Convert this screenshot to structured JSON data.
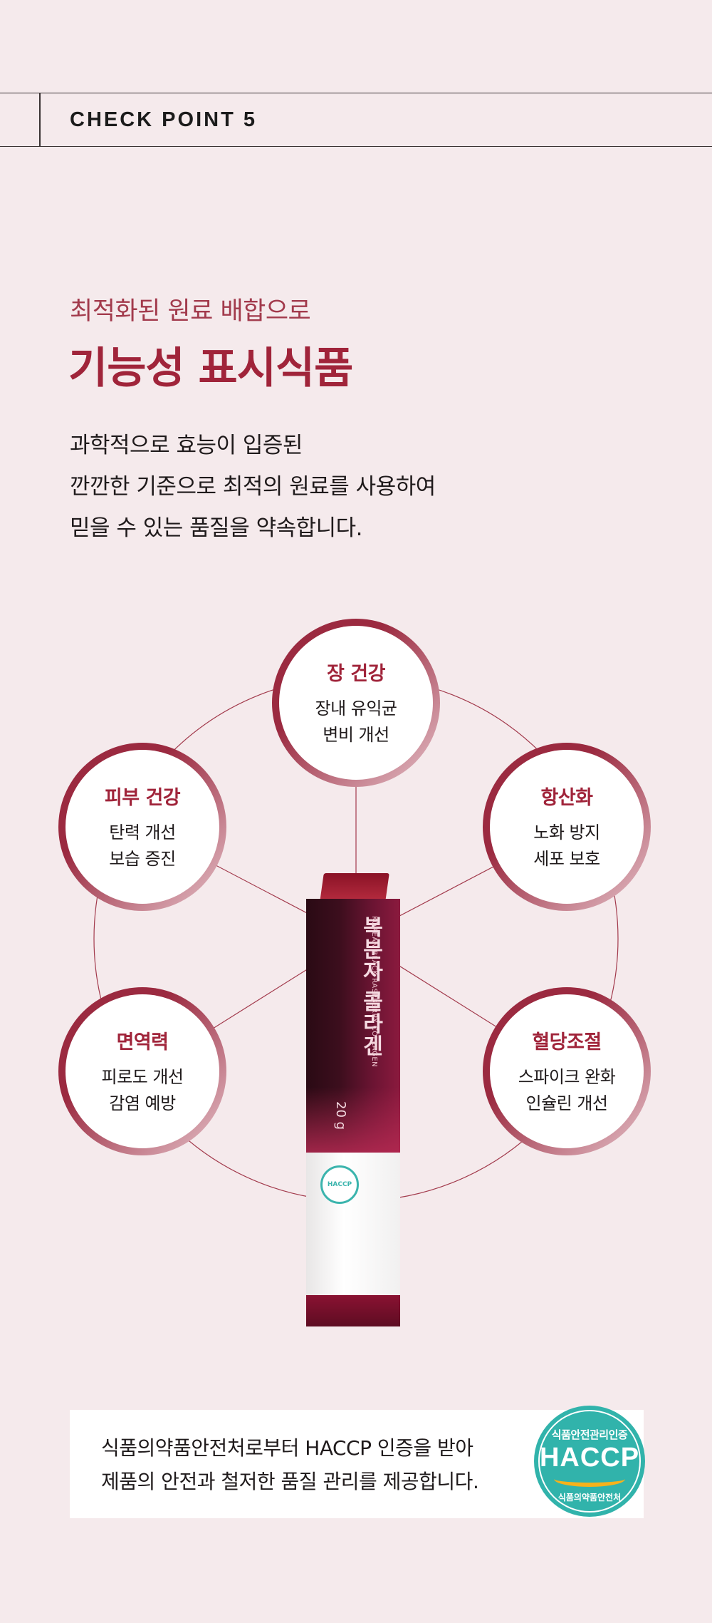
{
  "header": {
    "label": "CHECK POINT 5"
  },
  "intro": {
    "subtitle": "최적화된 원료 배합으로",
    "title": "기능성 표시식품",
    "description": [
      "과학적으로 효능이 입증된",
      "깐깐한 기준으로 최적의 원료를 사용하여",
      "믿을 수 있는 품질을 약속합니다."
    ]
  },
  "benefits": [
    {
      "title": "장 건강",
      "lines": [
        "장내 유익균",
        "변비 개선"
      ]
    },
    {
      "title": "피부 건강",
      "lines": [
        "탄력 개선",
        "보습 증진"
      ]
    },
    {
      "title": "항산화",
      "lines": [
        "노화 방지",
        "세포 보호"
      ]
    },
    {
      "title": "면역력",
      "lines": [
        "피로도 개선",
        "감염 예방"
      ]
    },
    {
      "title": "혈당조절",
      "lines": [
        "스파이크 완화",
        "인슐린 개선"
      ]
    }
  ],
  "product": {
    "name_ko": "복분자 콜라겐",
    "name_en": "KOREAN BLACK RASPBERRY COLLAGEN",
    "weight": "20 g",
    "mini_mark": "HACCP"
  },
  "certification": {
    "text": [
      "식품의약품안전처로부터 HACCP 인증을 받아",
      "제품의 안전과 철저한 품질 관리를 제공합니다."
    ],
    "badge_top": "식품안전관리인증",
    "badge_main": "HACCP",
    "badge_bottom": "식품의약품안전처"
  },
  "colors": {
    "background": "#f5eaec",
    "accent": "#a0243a",
    "ring_dark": "#9b2a40",
    "ring_light": "#e6c4cb",
    "haccp": "#31b3ab"
  }
}
